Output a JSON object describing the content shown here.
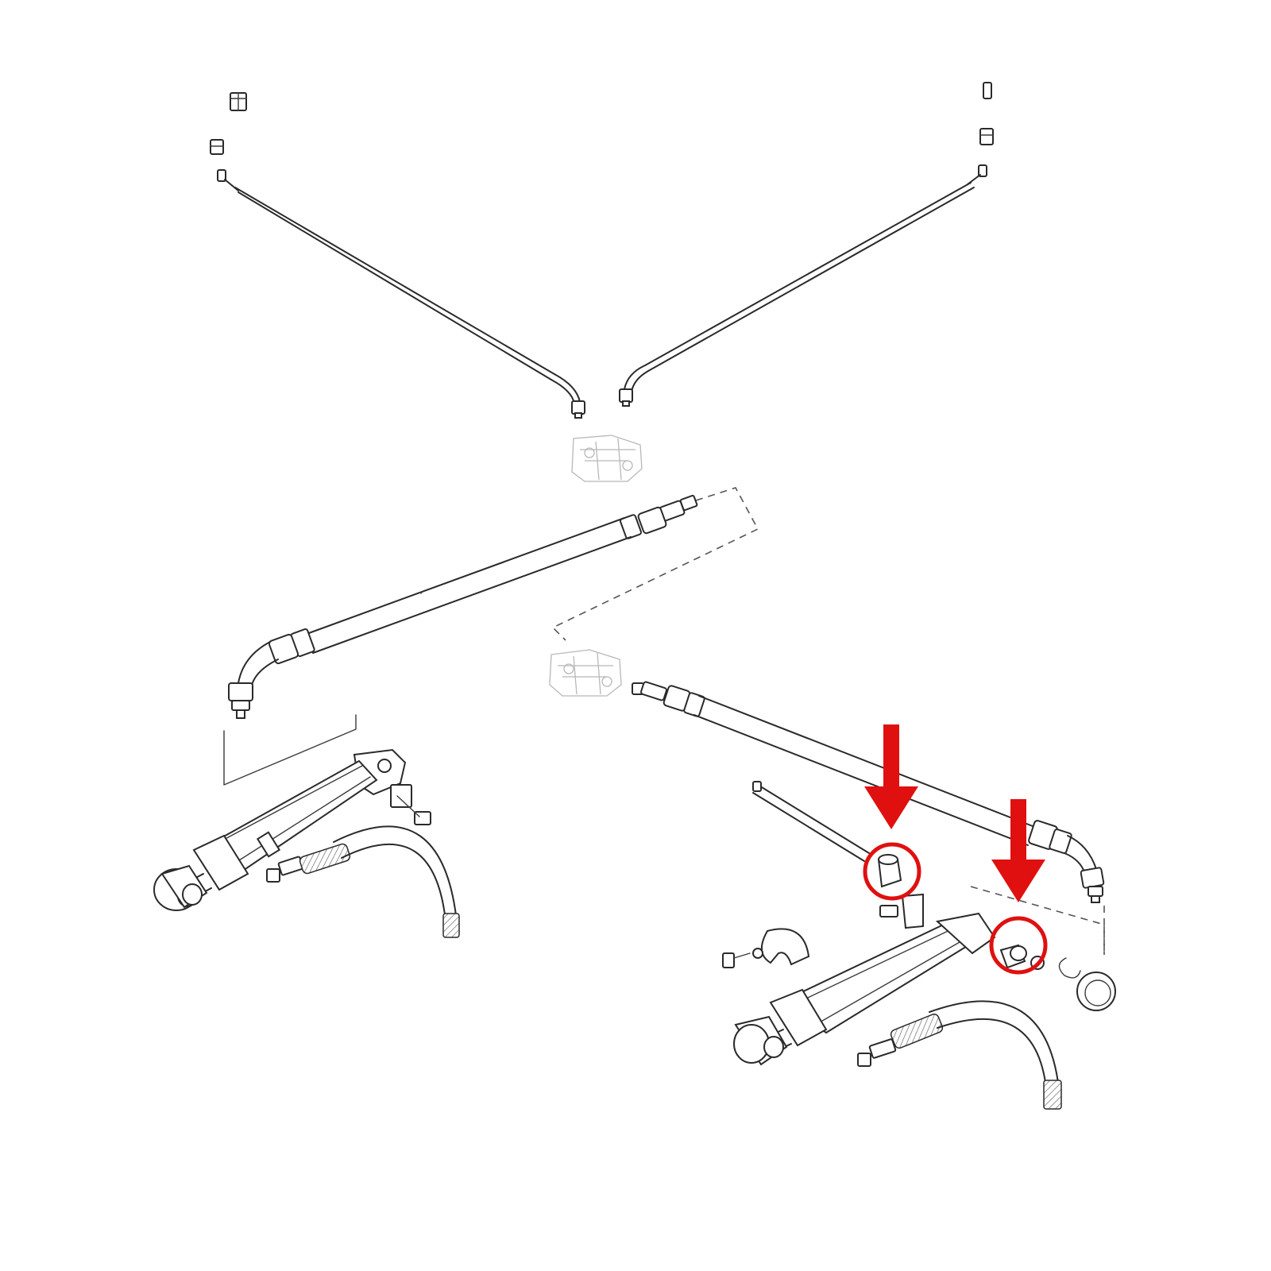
{
  "colors": {
    "line": "#2a2a2a",
    "background": "#ffffff",
    "highlight": "#e01010"
  },
  "highlights": [
    {
      "name": "bushing-upper",
      "shape": "circle",
      "color": "#e01010"
    },
    {
      "name": "bushing-lower",
      "shape": "circle",
      "color": "#e01010"
    }
  ],
  "arrows": [
    {
      "name": "arrow-upper",
      "direction": "down",
      "color": "#e01010"
    },
    {
      "name": "arrow-lower",
      "direction": "down",
      "color": "#e01010"
    }
  ]
}
